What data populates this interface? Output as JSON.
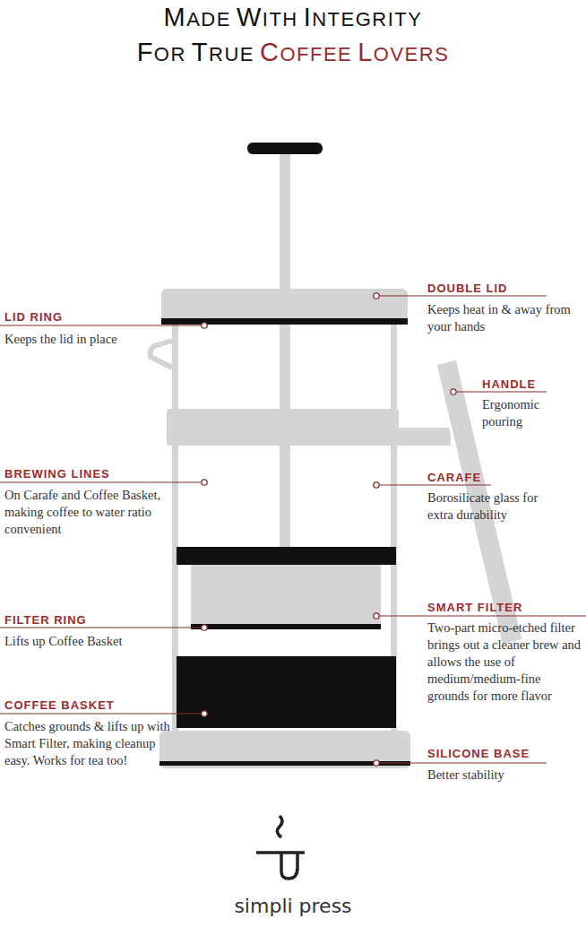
{
  "diagram": {
    "title": "MADE WITH INTEGRITY FOR TRUE COFFEE LOVERS",
    "labels": [
      "LID RING",
      "Keeps the lid in place",
      "BREWING LINES",
      "On Carafe and Coffee Basket, making coffee to water ratio convenient",
      "FILTER RING",
      "Lifts up Coffee Basket",
      "COFFEE BASKET",
      "Catches grounds & lifts up with Smart Filter, making cleanup easy. Works for tea too!",
      "DOUBLE LID",
      "Keeps heat in & away from your hands",
      "HANDLE",
      "Ergonomic pouring",
      "CARAFE",
      "Borosilicate glass for extra durability",
      "SMART FILTER",
      "Two-part micro-etched filter brings out a cleaner brew and allows the use of medium/medium-fine grounds for more flavor",
      "SILICONE BASE",
      "Better stability",
      "simpli press"
    ]
  }
}
